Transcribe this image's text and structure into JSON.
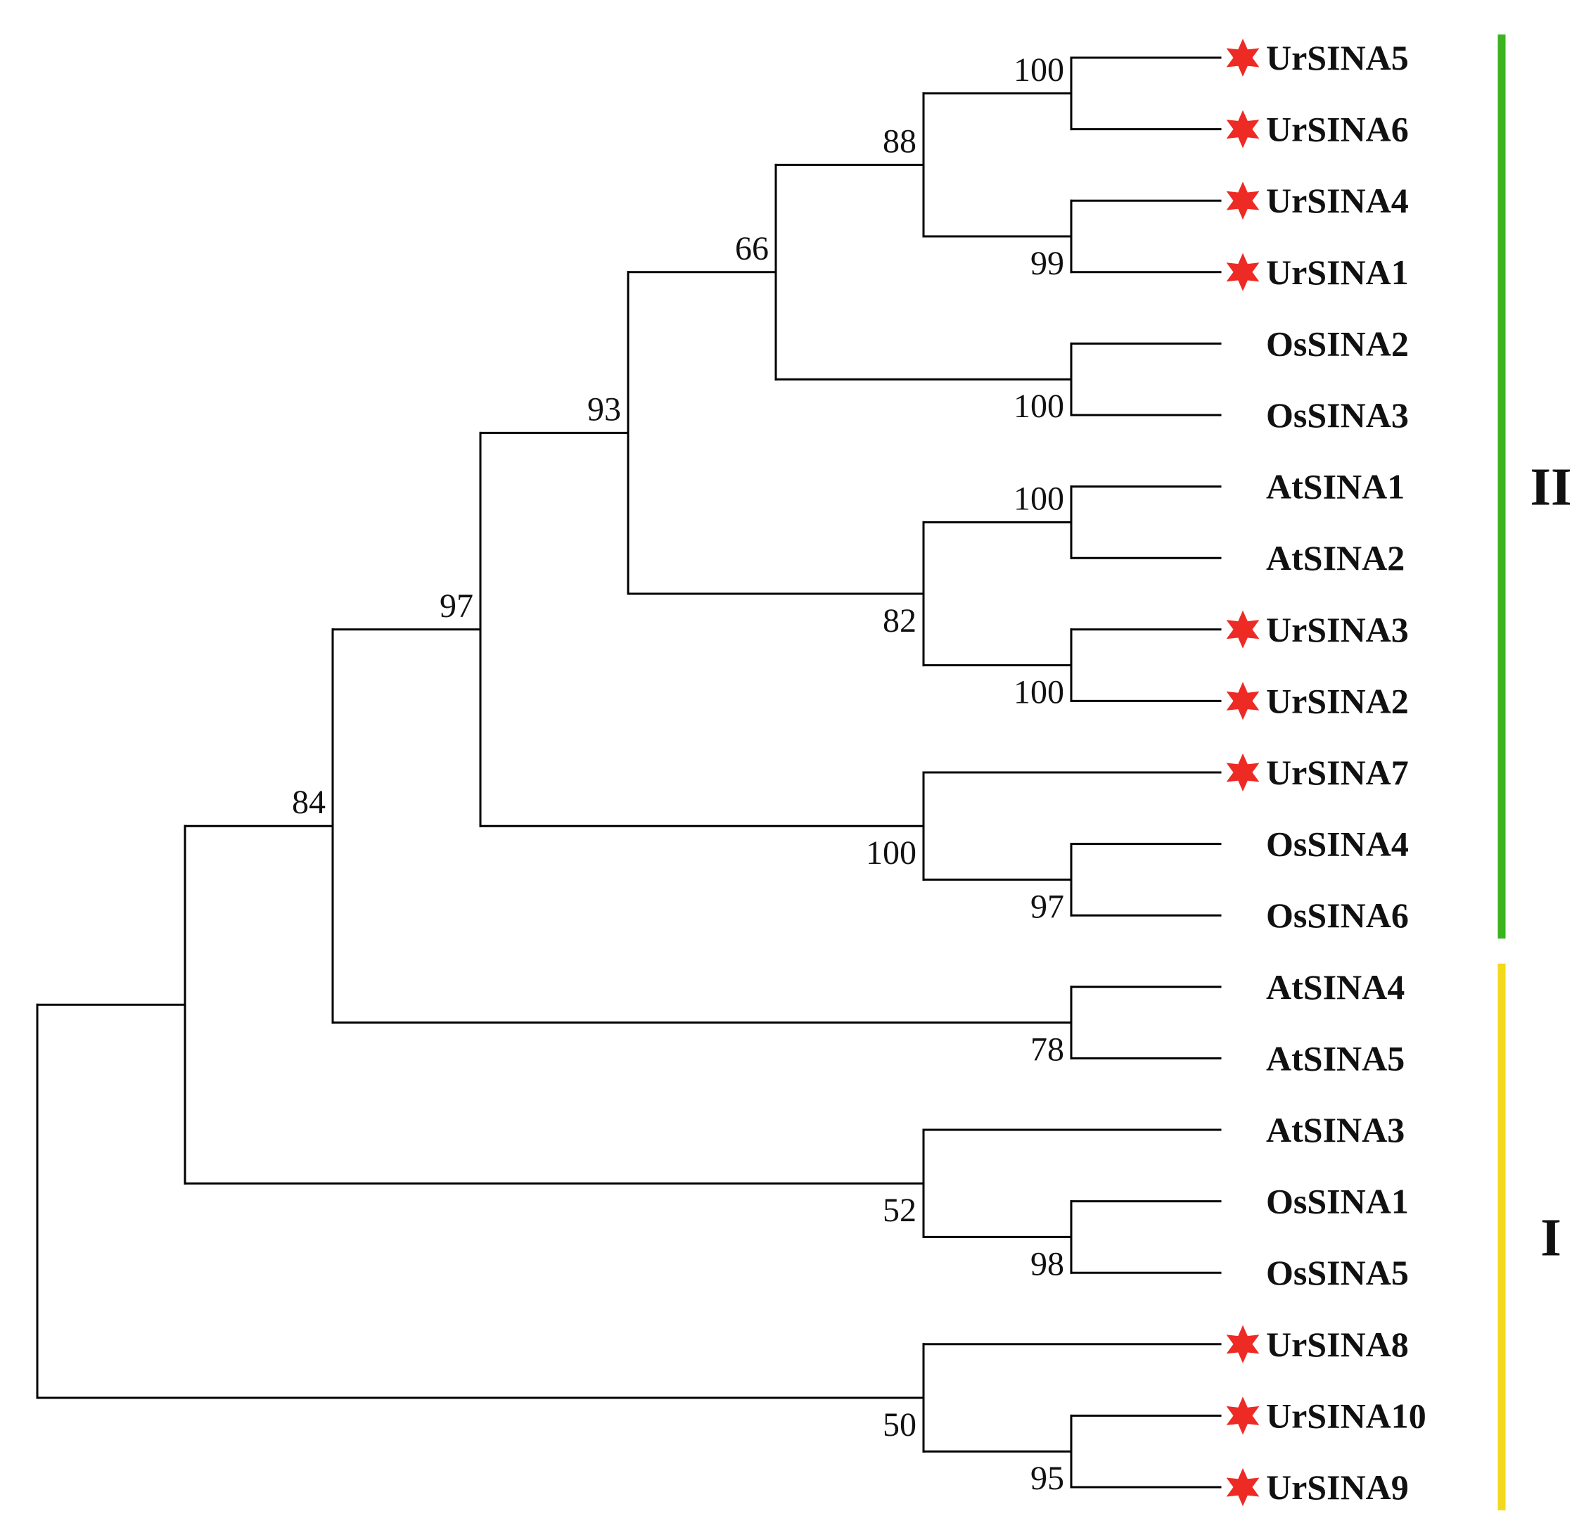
{
  "colors": {
    "branch": "#000000",
    "star": "#ee2a24",
    "clade_II": "#3cb41e",
    "clade_I": "#f2d91c"
  },
  "icon": "star-icon",
  "tree": {
    "id": "root",
    "children": [
      {
        "id": "n1",
        "children": [
          {
            "id": "n2",
            "bootstrap": "84",
            "children": [
              {
                "id": "n3",
                "bootstrap": "97",
                "children": [
                  {
                    "id": "n4",
                    "bootstrap": "93",
                    "children": [
                      {
                        "id": "n5",
                        "bootstrap": "66",
                        "children": [
                          {
                            "id": "n6",
                            "bootstrap": "88",
                            "children": [
                              {
                                "id": "n7",
                                "bootstrap": "100",
                                "children": [
                                  {
                                    "leaf": "UrSINA5",
                                    "star": true
                                  },
                                  {
                                    "leaf": "UrSINA6",
                                    "star": true
                                  }
                                ]
                              },
                              {
                                "id": "n8",
                                "bootstrap": "99",
                                "children": [
                                  {
                                    "leaf": "UrSINA4",
                                    "star": true
                                  },
                                  {
                                    "leaf": "UrSINA1",
                                    "star": true
                                  }
                                ]
                              }
                            ]
                          },
                          {
                            "id": "n9",
                            "bootstrap": "100",
                            "children": [
                              {
                                "leaf": "OsSINA2",
                                "star": false
                              },
                              {
                                "leaf": "OsSINA3",
                                "star": false
                              }
                            ]
                          }
                        ]
                      },
                      {
                        "id": "n10",
                        "bootstrap": "82",
                        "children": [
                          {
                            "id": "n11",
                            "bootstrap": "100",
                            "children": [
                              {
                                "leaf": "AtSINA1",
                                "star": false
                              },
                              {
                                "leaf": "AtSINA2",
                                "star": false
                              }
                            ]
                          },
                          {
                            "id": "n12",
                            "bootstrap": "100",
                            "children": [
                              {
                                "leaf": "UrSINA3",
                                "star": true
                              },
                              {
                                "leaf": "UrSINA2",
                                "star": true
                              }
                            ]
                          }
                        ]
                      }
                    ]
                  },
                  {
                    "id": "n13",
                    "bootstrap": "100",
                    "children": [
                      {
                        "leaf": "UrSINA7",
                        "star": true
                      },
                      {
                        "id": "n14",
                        "bootstrap": "97",
                        "children": [
                          {
                            "leaf": "OsSINA4",
                            "star": false
                          },
                          {
                            "leaf": "OsSINA6",
                            "star": false
                          }
                        ]
                      }
                    ]
                  }
                ]
              },
              {
                "id": "n15",
                "bootstrap": "78",
                "children": [
                  {
                    "leaf": "AtSINA4",
                    "star": false
                  },
                  {
                    "leaf": "AtSINA5",
                    "star": false
                  }
                ]
              }
            ]
          },
          {
            "id": "n16",
            "bootstrap": "52",
            "children": [
              {
                "leaf": "AtSINA3",
                "star": false
              },
              {
                "id": "n17",
                "bootstrap": "98",
                "children": [
                  {
                    "leaf": "OsSINA1",
                    "star": false
                  },
                  {
                    "leaf": "OsSINA5",
                    "star": false
                  }
                ]
              }
            ]
          }
        ]
      },
      {
        "id": "n18",
        "bootstrap": "50",
        "children": [
          {
            "leaf": "UrSINA8",
            "star": true
          },
          {
            "id": "n19",
            "bootstrap": "95",
            "children": [
              {
                "leaf": "UrSINA10",
                "star": true
              },
              {
                "leaf": "UrSINA9",
                "star": true
              }
            ]
          }
        ]
      }
    ]
  },
  "clades": [
    {
      "label": "II",
      "color_key": "clade_II",
      "from_leaf": "UrSINA5",
      "to_leaf": "OsSINA6"
    },
    {
      "label": "I",
      "color_key": "clade_I",
      "from_leaf": "AtSINA4",
      "to_leaf": "UrSINA9"
    }
  ]
}
